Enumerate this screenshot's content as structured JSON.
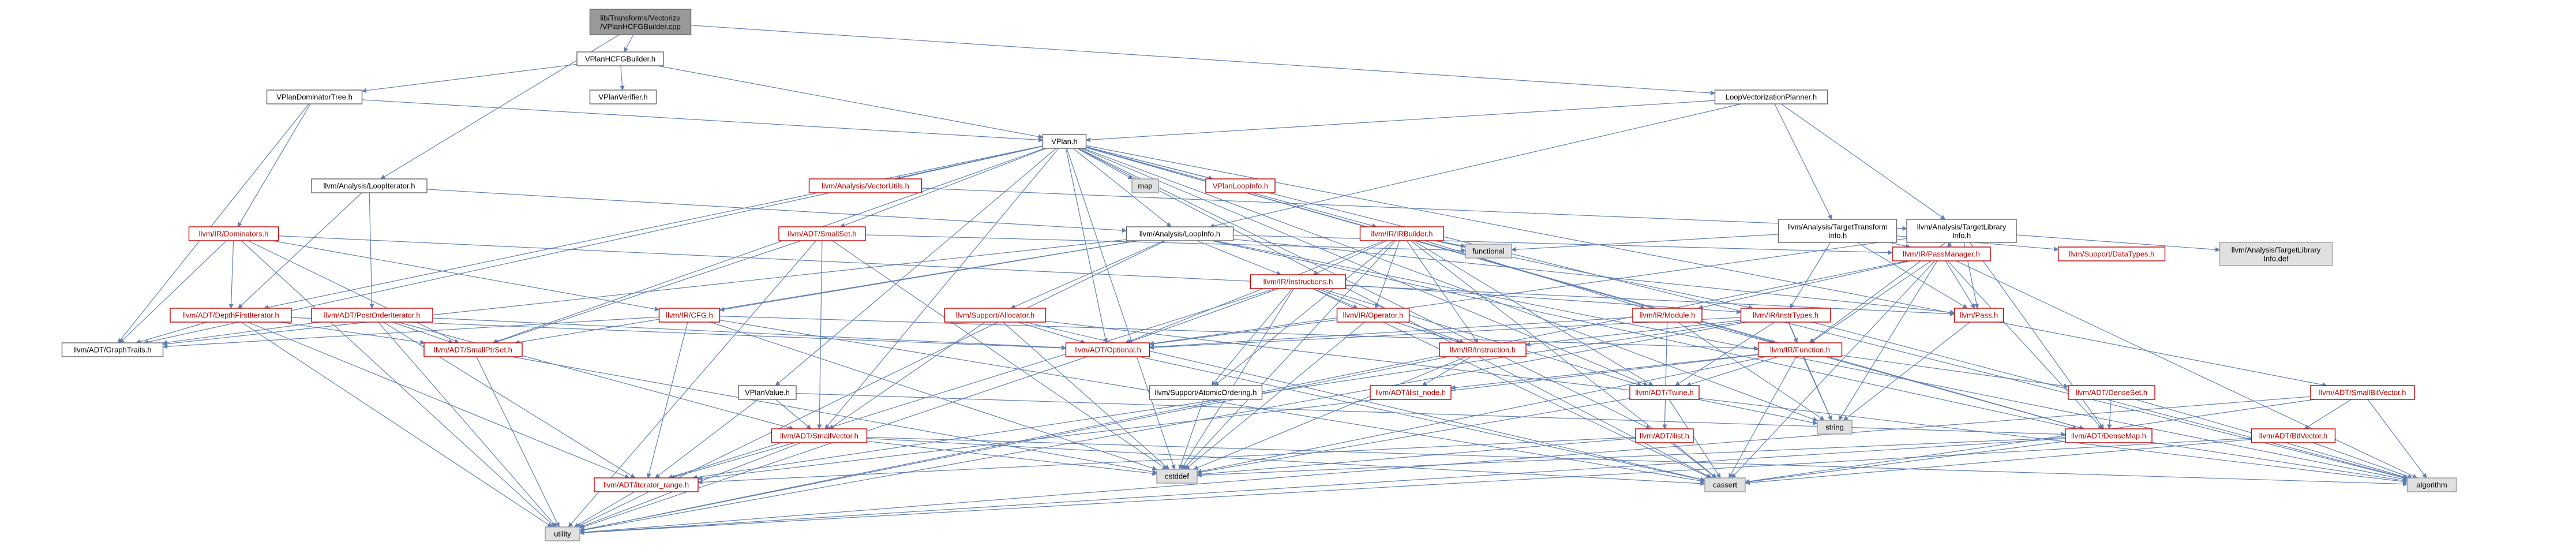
{
  "diagram": {
    "colors": {
      "edge": "#5f7fb3",
      "red": "#bf0000",
      "gray": "#e0e0e0",
      "root": "#999999"
    },
    "nodes": [
      {
        "id": "root",
        "label": "lib/Transforms/Vectorize\n/VPlanHCFGBuilder.cpp",
        "style": "root"
      },
      {
        "id": "vphcfg",
        "label": "VPlanHCFGBuilder.h",
        "style": "normal"
      },
      {
        "id": "vpdomtree",
        "label": "VPlanDominatorTree.h",
        "style": "normal"
      },
      {
        "id": "vpverifier",
        "label": "VPlanVerifier.h",
        "style": "normal"
      },
      {
        "id": "lvp",
        "label": "LoopVectorizationPlanner.h",
        "style": "normal"
      },
      {
        "id": "vplan",
        "label": "VPlan.h",
        "style": "normal"
      },
      {
        "id": "loopiter",
        "label": "llvm/Analysis/LoopIterator.h",
        "style": "normal"
      },
      {
        "id": "map",
        "label": "map",
        "style": "gray"
      },
      {
        "id": "vectorutils",
        "label": "llvm/Analysis/VectorUtils.h",
        "style": "red"
      },
      {
        "id": "vplooinfo",
        "label": "VPlanLoopInfo.h",
        "style": "red"
      },
      {
        "id": "tti",
        "label": "llvm/Analysis/TargetTransform\nInfo.h",
        "style": "normal"
      },
      {
        "id": "tli",
        "label": "llvm/Analysis/TargetLibrary\nInfo.h",
        "style": "normal"
      },
      {
        "id": "dominators",
        "label": "llvm/IR/Dominators.h",
        "style": "red"
      },
      {
        "id": "smallset",
        "label": "llvm/ADT/SmallSet.h",
        "style": "red"
      },
      {
        "id": "loopinfo",
        "label": "llvm/Analysis/LoopInfo.h",
        "style": "normal"
      },
      {
        "id": "irbuilder",
        "label": "llvm/IR/IRBuilder.h",
        "style": "red"
      },
      {
        "id": "functional",
        "label": "functional",
        "style": "gray"
      },
      {
        "id": "passmanager",
        "label": "llvm/IR/PassManager.h",
        "style": "red"
      },
      {
        "id": "datatypes",
        "label": "llvm/Support/DataTypes.h",
        "style": "red"
      },
      {
        "id": "tlidef",
        "label": "llvm/Analysis/TargetLibrary\nInfo.def",
        "style": "gray"
      },
      {
        "id": "dfiter",
        "label": "llvm/ADT/DepthFirstIterator.h",
        "style": "red"
      },
      {
        "id": "poiter",
        "label": "llvm/ADT/PostOrderIterator.h",
        "style": "red"
      },
      {
        "id": "cfg",
        "label": "llvm/IR/CFG.h",
        "style": "red"
      },
      {
        "id": "instructions",
        "label": "llvm/IR/Instructions.h",
        "style": "red"
      },
      {
        "id": "allocator",
        "label": "llvm/Support/Allocator.h",
        "style": "red"
      },
      {
        "id": "operator",
        "label": "llvm/IR/Operator.h",
        "style": "red"
      },
      {
        "id": "module",
        "label": "llvm/IR/Module.h",
        "style": "red"
      },
      {
        "id": "insttypes",
        "label": "llvm/IR/InstrTypes.h",
        "style": "red"
      },
      {
        "id": "pass",
        "label": "llvm/Pass.h",
        "style": "red"
      },
      {
        "id": "graphtraits",
        "label": "llvm/ADT/GraphTraits.h",
        "style": "normal"
      },
      {
        "id": "smallptrset",
        "label": "llvm/ADT/SmallPtrSet.h",
        "style": "red"
      },
      {
        "id": "optional",
        "label": "llvm/ADT/Optional.h",
        "style": "red"
      },
      {
        "id": "instruction",
        "label": "llvm/IR/Instruction.h",
        "style": "red"
      },
      {
        "id": "function",
        "label": "llvm/IR/Function.h",
        "style": "red"
      },
      {
        "id": "vpvalue",
        "label": "VPlanValue.h",
        "style": "normal"
      },
      {
        "id": "atomicordering",
        "label": "llvm/Support/AtomicOrdering.h",
        "style": "normal"
      },
      {
        "id": "ilistnode",
        "label": "llvm/ADT/ilist_node.h",
        "style": "red"
      },
      {
        "id": "twine",
        "label": "llvm/ADT/Twine.h",
        "style": "red"
      },
      {
        "id": "denseset",
        "label": "llvm/ADT/DenseSet.h",
        "style": "red"
      },
      {
        "id": "smallbitvector",
        "label": "llvm/ADT/SmallBitVector.h",
        "style": "red"
      },
      {
        "id": "smallvector",
        "label": "llvm/ADT/SmallVector.h",
        "style": "red"
      },
      {
        "id": "ilist",
        "label": "llvm/ADT/ilist.h",
        "style": "red"
      },
      {
        "id": "string",
        "label": "string",
        "style": "gray"
      },
      {
        "id": "densemap",
        "label": "llvm/ADT/DenseMap.h",
        "style": "red"
      },
      {
        "id": "bitvector",
        "label": "llvm/ADT/BitVector.h",
        "style": "red"
      },
      {
        "id": "iterrange",
        "label": "llvm/ADT/iterator_range.h",
        "style": "red"
      },
      {
        "id": "cstddef",
        "label": "cstddef",
        "style": "gray"
      },
      {
        "id": "cassert",
        "label": "cassert",
        "style": "gray"
      },
      {
        "id": "algorithm",
        "label": "algorithm",
        "style": "gray"
      },
      {
        "id": "utility",
        "label": "utility",
        "style": "gray"
      }
    ],
    "edges": [
      [
        "root",
        "vphcfg"
      ],
      [
        "root",
        "lvp"
      ],
      [
        "root",
        "loopiter"
      ],
      [
        "vphcfg",
        "vpdomtree"
      ],
      [
        "vphcfg",
        "vpverifier"
      ],
      [
        "vphcfg",
        "vplan"
      ],
      [
        "vpdomtree",
        "vplan"
      ],
      [
        "vpdomtree",
        "dominators"
      ],
      [
        "vpdomtree",
        "graphtraits"
      ],
      [
        "lvp",
        "vplan"
      ],
      [
        "lvp",
        "tti"
      ],
      [
        "lvp",
        "tli"
      ],
      [
        "lvp",
        "loopinfo"
      ],
      [
        "vplan",
        "vplooinfo"
      ],
      [
        "vplan",
        "map"
      ],
      [
        "vplan",
        "vectorutils"
      ],
      [
        "vplan",
        "irbuilder"
      ],
      [
        "vplan",
        "dfiter"
      ],
      [
        "vplan",
        "graphtraits"
      ],
      [
        "vplan",
        "optional"
      ],
      [
        "vplan",
        "smallbitvector"
      ],
      [
        "vplan",
        "smallptrset"
      ],
      [
        "vplan",
        "smallset"
      ],
      [
        "vplan",
        "smallvector"
      ],
      [
        "vplan",
        "twine"
      ],
      [
        "vplan",
        "ilist"
      ],
      [
        "vplan",
        "vpvalue"
      ],
      [
        "vplan",
        "loopinfo"
      ],
      [
        "vplan",
        "algorithm"
      ],
      [
        "vplan",
        "cassert"
      ],
      [
        "vplan",
        "cstddef"
      ],
      [
        "vplan",
        "string"
      ],
      [
        "vplan",
        "densemap"
      ],
      [
        "vplan",
        "function"
      ],
      [
        "loopiter",
        "dfiter"
      ],
      [
        "loopiter",
        "poiter"
      ],
      [
        "loopiter",
        "loopinfo"
      ],
      [
        "vectorutils",
        "tli"
      ],
      [
        "tti",
        "passmanager"
      ],
      [
        "tti",
        "pass"
      ],
      [
        "tti",
        "functional"
      ],
      [
        "tti",
        "datatypes"
      ],
      [
        "tti",
        "insttypes"
      ],
      [
        "tli",
        "tlidef"
      ],
      [
        "tli",
        "passmanager"
      ],
      [
        "tli",
        "pass"
      ],
      [
        "tli",
        "function"
      ],
      [
        "tli",
        "densemap"
      ],
      [
        "tli",
        "optional"
      ],
      [
        "dominators",
        "dfiter"
      ],
      [
        "dominators",
        "graphtraits"
      ],
      [
        "dominators",
        "cfg"
      ],
      [
        "dominators",
        "pass"
      ],
      [
        "dominators",
        "utility"
      ],
      [
        "dominators",
        "smallptrset"
      ],
      [
        "smallset",
        "smallptrset"
      ],
      [
        "smallset",
        "smallvector"
      ],
      [
        "smallset",
        "cstddef"
      ],
      [
        "smallset",
        "functional"
      ],
      [
        "smallset",
        "utility"
      ],
      [
        "loopinfo",
        "instructions"
      ],
      [
        "loopinfo",
        "passmanager"
      ],
      [
        "loopinfo",
        "pass"
      ],
      [
        "loopinfo",
        "densemap"
      ],
      [
        "loopinfo",
        "smallptrset"
      ],
      [
        "loopinfo",
        "cfg"
      ],
      [
        "loopinfo",
        "allocator"
      ],
      [
        "loopinfo",
        "algorithm"
      ],
      [
        "loopinfo",
        "utility"
      ],
      [
        "loopinfo",
        "graphtraits"
      ],
      [
        "irbuilder",
        "instructions"
      ],
      [
        "irbuilder",
        "operator"
      ],
      [
        "irbuilder",
        "module"
      ],
      [
        "irbuilder",
        "insttypes"
      ],
      [
        "irbuilder",
        "instruction"
      ],
      [
        "irbuilder",
        "functional"
      ],
      [
        "irbuilder",
        "atomicordering"
      ],
      [
        "irbuilder",
        "twine"
      ],
      [
        "irbuilder",
        "cassert"
      ],
      [
        "irbuilder",
        "cstddef"
      ],
      [
        "irbuilder",
        "optional"
      ],
      [
        "passmanager",
        "pass"
      ],
      [
        "passmanager",
        "function"
      ],
      [
        "passmanager",
        "module"
      ],
      [
        "passmanager",
        "densemap"
      ],
      [
        "passmanager",
        "algorithm"
      ],
      [
        "passmanager",
        "cassert"
      ],
      [
        "passmanager",
        "string"
      ],
      [
        "passmanager",
        "utility"
      ],
      [
        "dfiter",
        "graphtraits"
      ],
      [
        "dfiter",
        "iterrange"
      ],
      [
        "dfiter",
        "smallptrset"
      ],
      [
        "dfiter",
        "optional"
      ],
      [
        "dfiter",
        "utility"
      ],
      [
        "poiter",
        "graphtraits"
      ],
      [
        "poiter",
        "iterrange"
      ],
      [
        "poiter",
        "smallptrset"
      ],
      [
        "poiter",
        "optional"
      ],
      [
        "poiter",
        "smallvector"
      ],
      [
        "poiter",
        "utility"
      ],
      [
        "cfg",
        "graphtraits"
      ],
      [
        "cfg",
        "iterrange"
      ],
      [
        "cfg",
        "function"
      ],
      [
        "cfg",
        "cassert"
      ],
      [
        "cfg",
        "cstddef"
      ],
      [
        "instructions",
        "insttypes"
      ],
      [
        "instructions",
        "instruction"
      ],
      [
        "instructions",
        "operator"
      ],
      [
        "instructions",
        "atomicordering"
      ],
      [
        "instructions",
        "iterrange"
      ],
      [
        "instructions",
        "twine"
      ],
      [
        "instructions",
        "optional"
      ],
      [
        "instructions",
        "cstddef"
      ],
      [
        "instructions",
        "cassert"
      ],
      [
        "allocator",
        "smallvector"
      ],
      [
        "allocator",
        "optional"
      ],
      [
        "allocator",
        "cassert"
      ],
      [
        "allocator",
        "cstddef"
      ],
      [
        "allocator",
        "algorithm"
      ],
      [
        "operator",
        "instruction"
      ],
      [
        "operator",
        "optional"
      ],
      [
        "operator",
        "cstddef"
      ],
      [
        "module",
        "function"
      ],
      [
        "module",
        "ilist"
      ],
      [
        "module",
        "optional"
      ],
      [
        "module",
        "string"
      ],
      [
        "insttypes",
        "function"
      ],
      [
        "insttypes",
        "instruction"
      ],
      [
        "insttypes",
        "twine"
      ],
      [
        "insttypes",
        "optional"
      ],
      [
        "insttypes",
        "iterrange"
      ],
      [
        "insttypes",
        "algorithm"
      ],
      [
        "insttypes",
        "string"
      ],
      [
        "insttypes",
        "utility"
      ],
      [
        "pass",
        "string"
      ],
      [
        "smallptrset",
        "utility"
      ],
      [
        "smallptrset",
        "cstddef"
      ],
      [
        "optional",
        "utility"
      ],
      [
        "optional",
        "cassert"
      ],
      [
        "instruction",
        "ilistnode"
      ],
      [
        "instruction",
        "utility"
      ],
      [
        "instruction",
        "cstddef"
      ],
      [
        "function",
        "twine"
      ],
      [
        "function",
        "densemap"
      ],
      [
        "function",
        "string"
      ],
      [
        "function",
        "cassert"
      ],
      [
        "function",
        "cstddef"
      ],
      [
        "function",
        "iterrange"
      ],
      [
        "function",
        "ilistnode"
      ],
      [
        "function",
        "denseset"
      ],
      [
        "vpvalue",
        "densemap"
      ],
      [
        "vpvalue",
        "smallvector"
      ],
      [
        "vpvalue",
        "iterrange"
      ],
      [
        "atomicordering",
        "cstddef"
      ],
      [
        "twine",
        "cassert"
      ],
      [
        "twine",
        "string"
      ],
      [
        "twine",
        "cstddef"
      ],
      [
        "denseset",
        "densemap"
      ],
      [
        "denseset",
        "algorithm"
      ],
      [
        "smallbitvector",
        "bitvector"
      ],
      [
        "smallbitvector",
        "algorithm"
      ],
      [
        "smallbitvector",
        "cassert"
      ],
      [
        "smallbitvector",
        "utility"
      ],
      [
        "smallvector",
        "iterrange"
      ],
      [
        "smallvector",
        "utility"
      ],
      [
        "smallvector",
        "cassert"
      ],
      [
        "smallvector",
        "cstddef"
      ],
      [
        "smallvector",
        "algorithm"
      ],
      [
        "ilist",
        "iterrange"
      ],
      [
        "ilist",
        "cassert"
      ],
      [
        "ilist",
        "cstddef"
      ],
      [
        "densemap",
        "algorithm"
      ],
      [
        "densemap",
        "cassert"
      ],
      [
        "densemap",
        "cstddef"
      ],
      [
        "densemap",
        "utility"
      ],
      [
        "bitvector",
        "algorithm"
      ],
      [
        "bitvector",
        "cassert"
      ],
      [
        "bitvector",
        "utility"
      ],
      [
        "iterrange",
        "utility"
      ]
    ]
  }
}
